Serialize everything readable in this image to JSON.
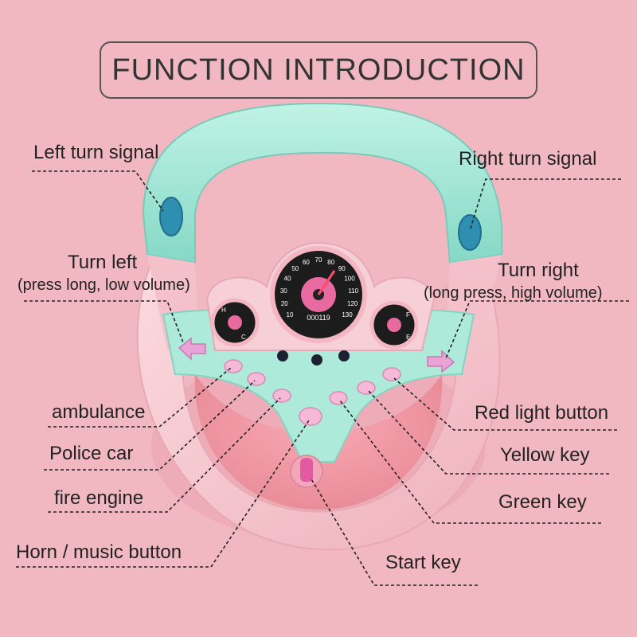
{
  "title": "FUNCTION INTRODUCTION",
  "labels": {
    "left_turn_signal": "Left turn signal",
    "right_turn_signal": "Right turn signal",
    "turn_left": "Turn left",
    "turn_left_note": "(press long, low volume)",
    "turn_right": "Turn right",
    "turn_right_note": "(long press, high volume)",
    "ambulance": "ambulance",
    "police_car": "Police car",
    "fire_engine": "fire engine",
    "horn_music": "Horn / music button",
    "red_light": "Red light button",
    "yellow_key": "Yellow key",
    "green_key": "Green key",
    "start_key": "Start key"
  },
  "dashboard": {
    "speedometer_ticks": [
      "10",
      "20",
      "30",
      "40",
      "50",
      "60",
      "70",
      "80",
      "90",
      "100",
      "110",
      "120",
      "130"
    ],
    "odometer": "000119",
    "left_gauge": [
      "H",
      "C"
    ],
    "right_gauge": [
      "F",
      "E"
    ]
  },
  "colors": {
    "background": "#f2b8c2",
    "wheel_pink": "#f6c9d0",
    "wheel_teal": "#9fe3d3",
    "accent_pink": "#e86aa0"
  }
}
